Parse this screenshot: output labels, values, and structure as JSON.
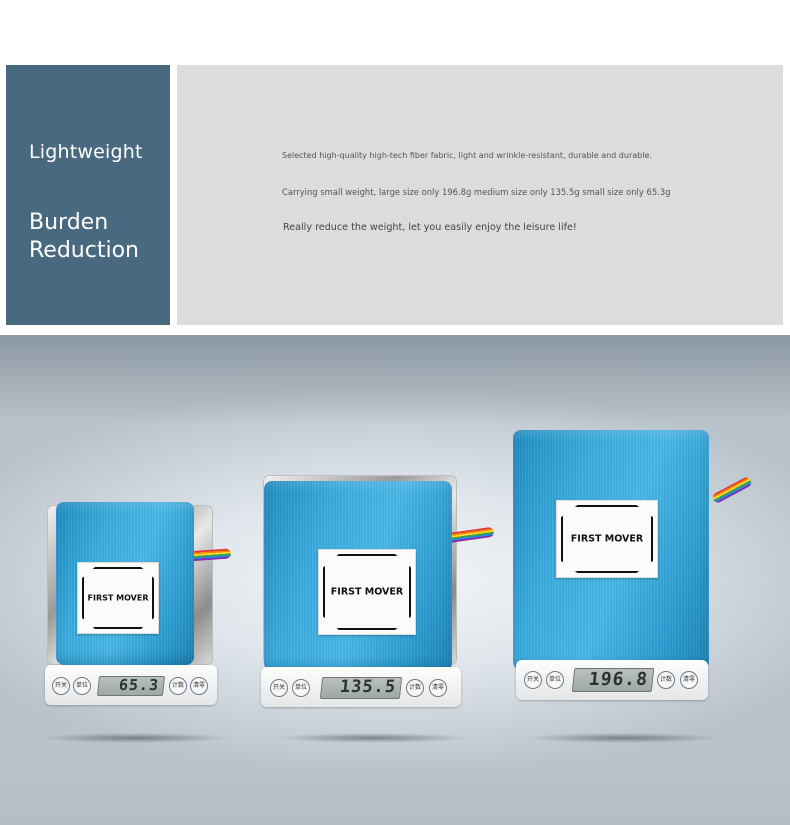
{
  "info": {
    "heading_1": "Lightweight",
    "heading_2": "Burden Reduction",
    "line_1": "Selected high-quality high-tech fiber fabric, light and wrinkle-resistant, durable and durable.",
    "line_2": "Carrying small weight, large size only 196.8g medium size only 135.5g small size only 65.3g",
    "line_3": "Really reduce the weight, let you easily enjoy the leisure life!",
    "colors": {
      "left_panel": "#48697f",
      "right_panel": "#dcdcdc",
      "bag": "#3aaee0"
    }
  },
  "photo": {
    "scales": [
      {
        "size": "small",
        "display": "65.3",
        "brand": "FIRST MOVER",
        "btn_power": "开关",
        "btn_unit": "单位",
        "btn_count": "计数",
        "btn_tare": "清零"
      },
      {
        "size": "medium",
        "display": "135.5",
        "brand": "FIRST MOVER",
        "btn_power": "开关",
        "btn_unit": "单位",
        "btn_count": "计数",
        "btn_tare": "清零"
      },
      {
        "size": "large",
        "display": "196.8",
        "brand": "FIRST MOVER",
        "btn_power": "开关",
        "btn_unit": "单位",
        "btn_count": "计数",
        "btn_tare": "清零"
      }
    ]
  }
}
